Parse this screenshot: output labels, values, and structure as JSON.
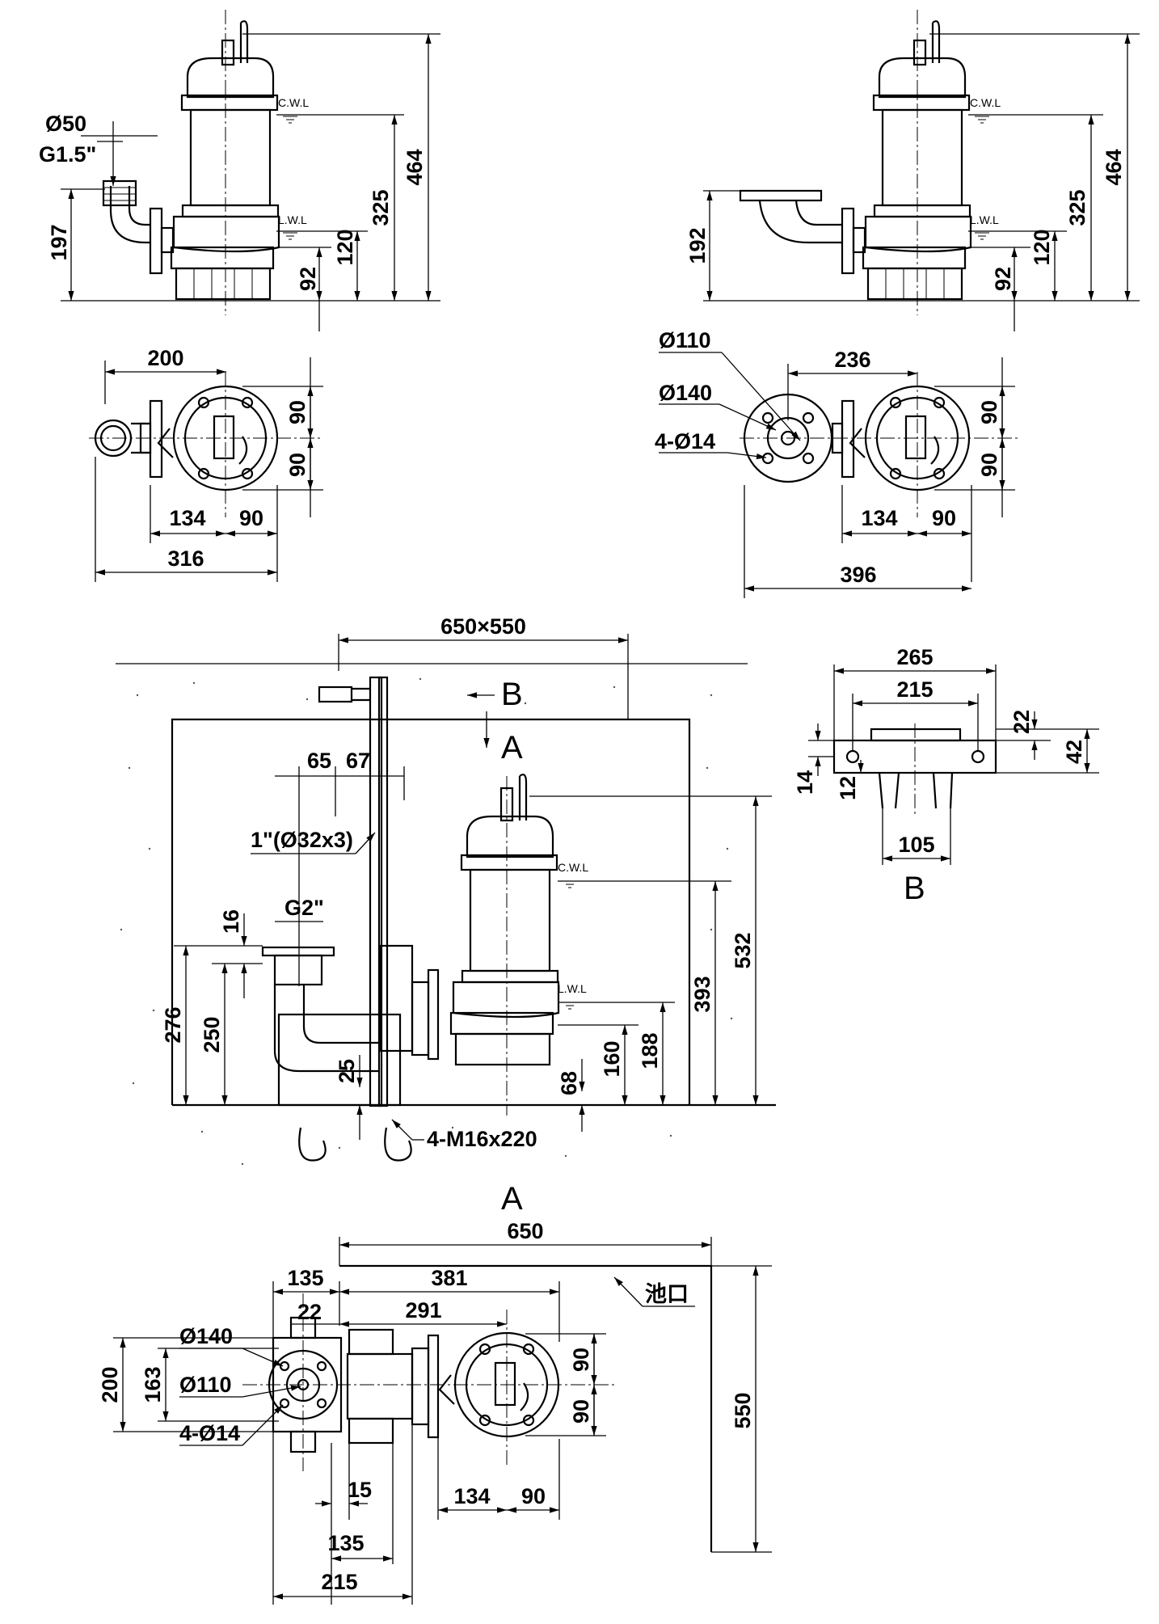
{
  "labels": {
    "cwl": "C.W.L",
    "lwl": "L.W.L"
  },
  "view1": {
    "outlet_od": "Ø50",
    "outlet_thread": "G1.5\"",
    "h_outlet": "197",
    "h_total": "464",
    "h_cwl": "325",
    "h_lwl": "120",
    "h_inlet": "92"
  },
  "view2": {
    "h_outlet": "192",
    "h_total": "464",
    "h_cwl": "325",
    "h_lwl": "120",
    "h_inlet": "92"
  },
  "view3": {
    "w_200": "200",
    "h_90a": "90",
    "h_90b": "90",
    "w_134": "134",
    "w_90": "90",
    "w_316": "316"
  },
  "view4": {
    "od_110": "Ø110",
    "od_140": "Ø140",
    "holes": "4-Ø14",
    "w_236": "236",
    "h_90a": "90",
    "h_90b": "90",
    "w_134": "134",
    "w_90": "90",
    "w_396": "396"
  },
  "view5": {
    "pit_size": "650×550",
    "ref_b": "B",
    "ref_a": "A",
    "w_65": "65",
    "w_67": "67",
    "guide_pipe": "1\"(Ø32x3)",
    "outlet_thread": "G2\"",
    "h_16": "16",
    "h_276": "276",
    "h_250": "250",
    "h_25": "25",
    "bolts": "4-M16x220",
    "h_532": "532",
    "h_393": "393",
    "h_188": "188",
    "h_160": "160",
    "h_68": "68"
  },
  "detail_b": {
    "title": "B",
    "w_265": "265",
    "w_215": "215",
    "w_105": "105",
    "h_22": "22",
    "h_42": "42",
    "h_14": "14",
    "h_12": "12"
  },
  "view_a": {
    "title": "A",
    "w_650": "650",
    "h_550": "550",
    "pit_edge": "池口",
    "w_135_top": "135",
    "w_381": "381",
    "w_22": "22",
    "w_291": "291",
    "od_140": "Ø140",
    "od_110": "Ø110",
    "holes": "4-Ø14",
    "h_200": "200",
    "h_163": "163",
    "h_90a": "90",
    "h_90b": "90",
    "w_134": "134",
    "w_90": "90",
    "w_15": "15",
    "w_135_bot": "135",
    "w_215": "215"
  }
}
